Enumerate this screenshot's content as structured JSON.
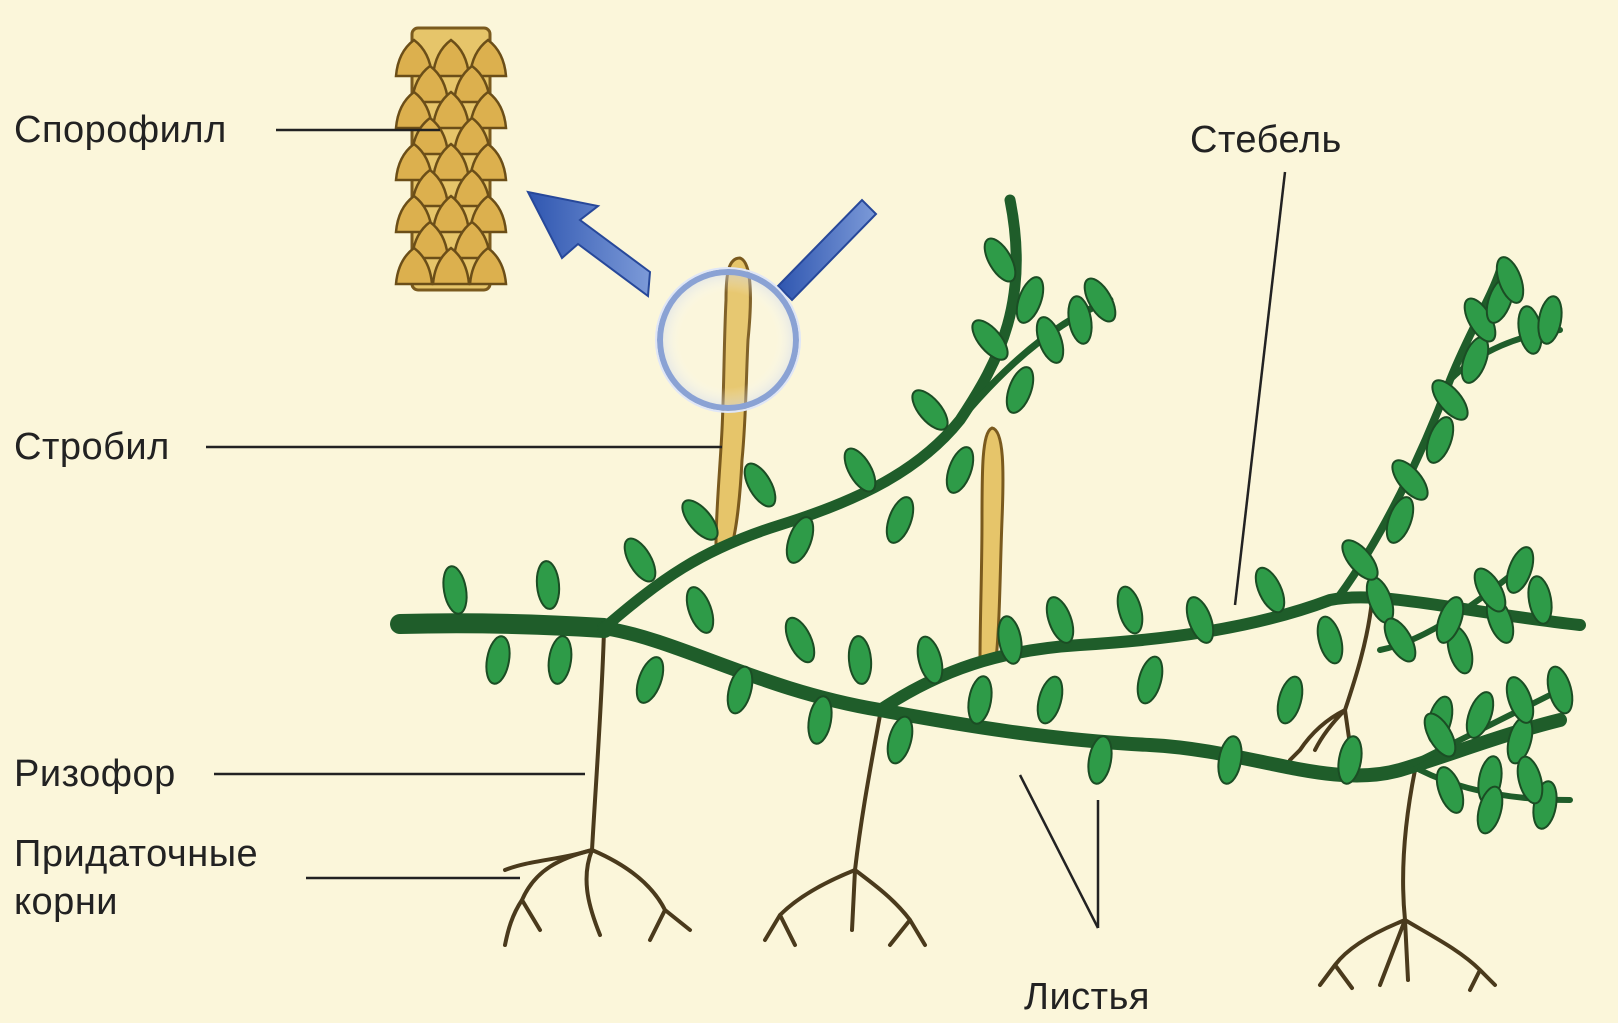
{
  "labels": {
    "sporophyll": "Спорофилл",
    "strobilus": "Стробил",
    "rhizophore": "Ризофор",
    "adventitious_roots_line1": "Придаточные",
    "adventitious_roots_line2": "корни",
    "stem": "Стебель",
    "leaves": "Листья"
  },
  "colors": {
    "background": "#fbf6da",
    "stem": "#1f5d2a",
    "leaf": "#2e9b48",
    "strobilus": "#e6c56a",
    "root": "#5a4a2a",
    "arrow": "#3d62b5",
    "leader_line": "#222222"
  }
}
